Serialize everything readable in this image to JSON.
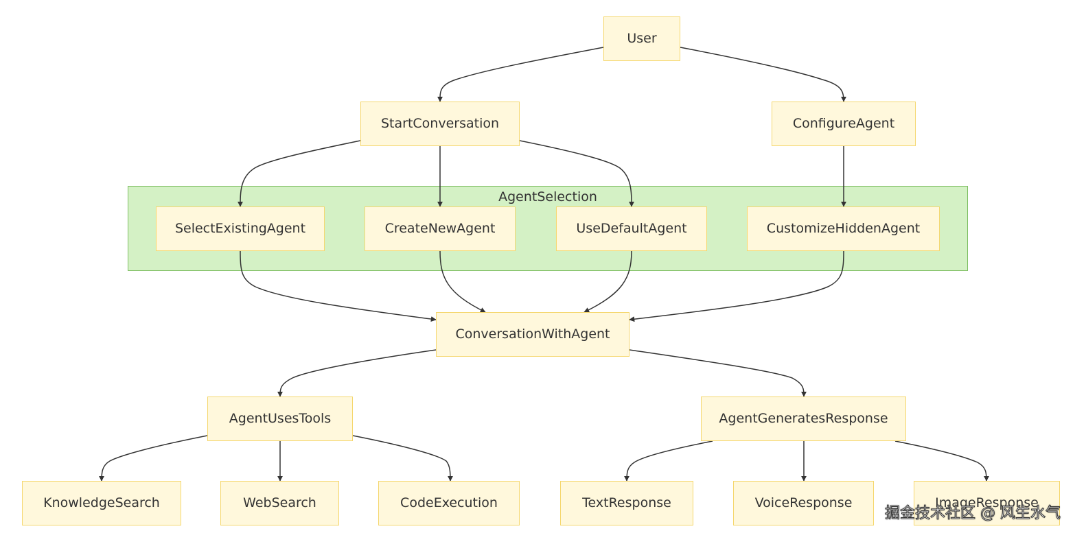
{
  "diagram": {
    "cluster": {
      "label": "AgentSelection"
    },
    "nodes": {
      "user": "User",
      "start_conversation": "StartConversation",
      "configure_agent": "ConfigureAgent",
      "select_existing_agent": "SelectExistingAgent",
      "create_new_agent": "CreateNewAgent",
      "use_default_agent": "UseDefaultAgent",
      "customize_hidden_agent": "CustomizeHiddenAgent",
      "conversation_with_agent": "ConversationWithAgent",
      "agent_uses_tools": "AgentUsesTools",
      "agent_generates_response": "AgentGeneratesResponse",
      "knowledge_search": "KnowledgeSearch",
      "web_search": "WebSearch",
      "code_execution": "CodeExecution",
      "text_response": "TextResponse",
      "voice_response": "VoiceResponse",
      "image_response": "ImageResponse"
    },
    "edges": [
      [
        "User",
        "StartConversation"
      ],
      [
        "User",
        "ConfigureAgent"
      ],
      [
        "StartConversation",
        "SelectExistingAgent"
      ],
      [
        "StartConversation",
        "CreateNewAgent"
      ],
      [
        "StartConversation",
        "UseDefaultAgent"
      ],
      [
        "ConfigureAgent",
        "CustomizeHiddenAgent"
      ],
      [
        "SelectExistingAgent",
        "ConversationWithAgent"
      ],
      [
        "CreateNewAgent",
        "ConversationWithAgent"
      ],
      [
        "UseDefaultAgent",
        "ConversationWithAgent"
      ],
      [
        "CustomizeHiddenAgent",
        "ConversationWithAgent"
      ],
      [
        "ConversationWithAgent",
        "AgentUsesTools"
      ],
      [
        "ConversationWithAgent",
        "AgentGeneratesResponse"
      ],
      [
        "AgentUsesTools",
        "KnowledgeSearch"
      ],
      [
        "AgentUsesTools",
        "WebSearch"
      ],
      [
        "AgentUsesTools",
        "CodeExecution"
      ],
      [
        "AgentGeneratesResponse",
        "TextResponse"
      ],
      [
        "AgentGeneratesResponse",
        "VoiceResponse"
      ],
      [
        "AgentGeneratesResponse",
        "ImageResponse"
      ]
    ]
  },
  "watermark": {
    "text": "掘金技术社区 @ 风生水气"
  },
  "colors": {
    "node_fill": "#fff8dc",
    "node_border": "#f5d76e",
    "cluster_fill": "#d4f1c5",
    "cluster_border": "#7fbf63",
    "edge": "#333333",
    "text": "#333333"
  }
}
